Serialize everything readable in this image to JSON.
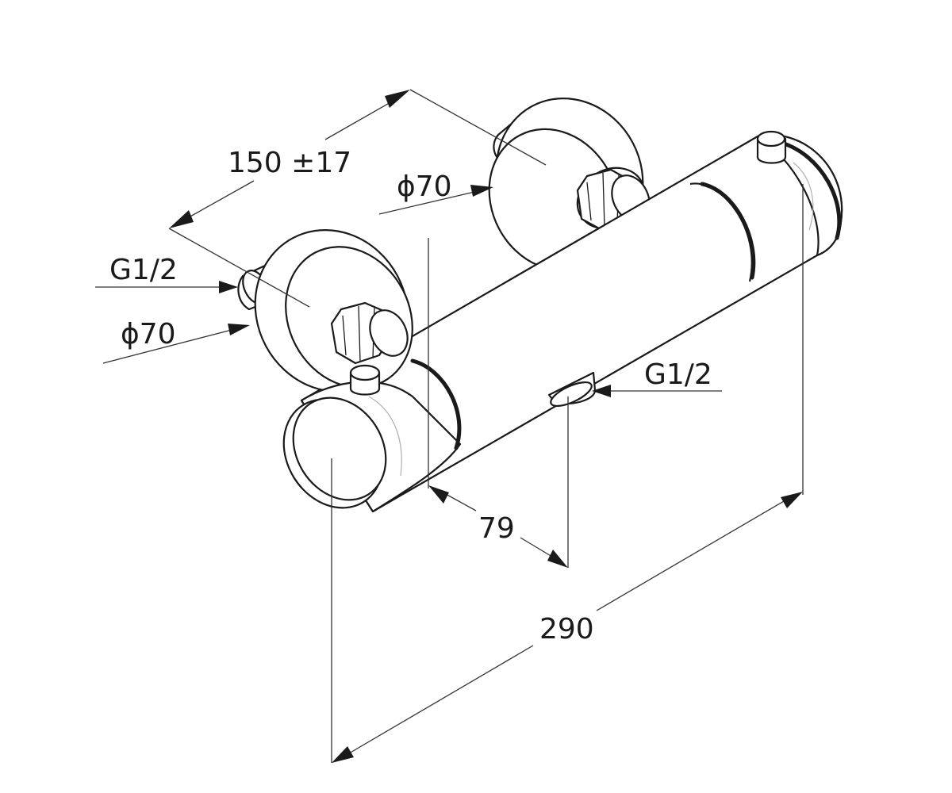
{
  "diagram": {
    "dimensions": {
      "spacing": "150 ±17",
      "flange_diameter_rear": "ϕ70",
      "flange_diameter_front": "ϕ70",
      "inlet_thread_left": "G1/2",
      "outlet_thread_bottom": "G1/2",
      "outlet_offset": "79",
      "overall_length": "290"
    }
  }
}
